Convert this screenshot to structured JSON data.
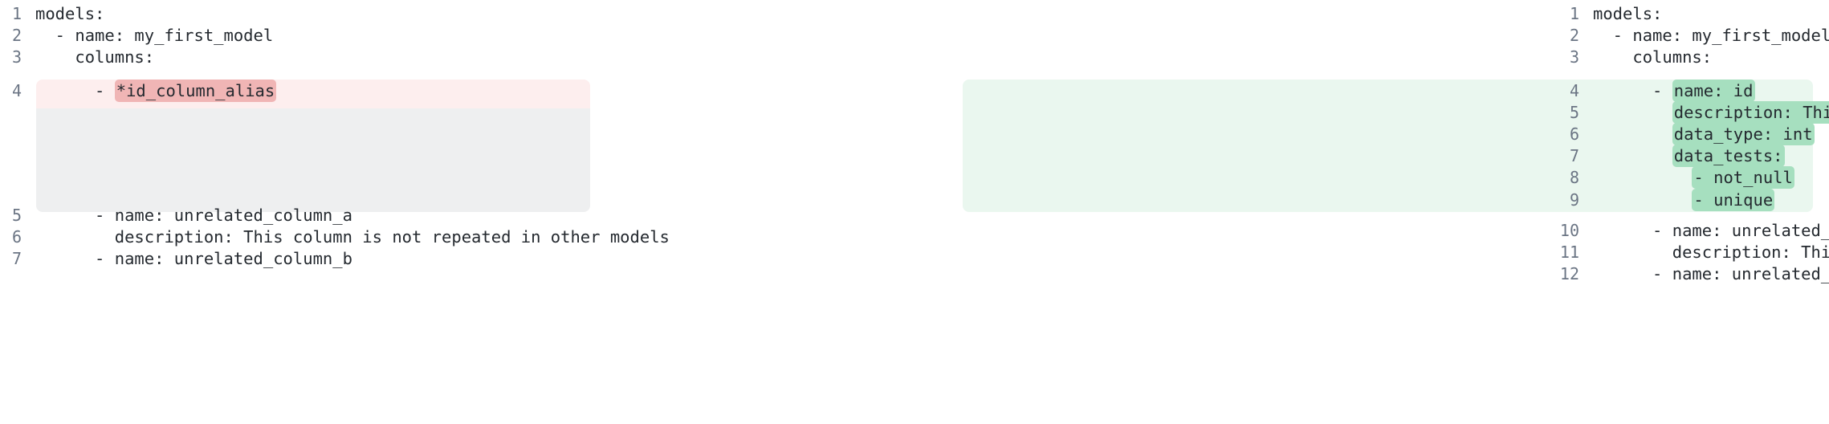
{
  "view": {
    "type": "side-by-side-code-diff",
    "language": "yaml",
    "colors": {
      "removed_row_bg": "#fdeeee",
      "removed_word_bg": "#f0b5b5",
      "added_block_bg": "#eaf7ef",
      "added_word_bg": "#a6dfbf",
      "placeholder_bg": "#eeeff0",
      "line_number_color": "#6b7584",
      "code_text_color": "#24292f",
      "page_bg": "#ffffff"
    }
  },
  "left_pane": {
    "name": "before",
    "lines": [
      {
        "num": "1",
        "pre": "models:",
        "mark": "",
        "post": "",
        "state": "context"
      },
      {
        "num": "2",
        "pre": "  - name: my_first_model",
        "mark": "",
        "post": "",
        "state": "context"
      },
      {
        "num": "3",
        "pre": "    columns:",
        "mark": "",
        "post": "",
        "state": "context"
      },
      {
        "num": "4",
        "pre": "      - ",
        "mark": "*id_column_alias",
        "post": "",
        "state": "removed"
      },
      {
        "num": "5",
        "pre": "      - name: unrelated_column_a",
        "mark": "",
        "post": "",
        "state": "context"
      },
      {
        "num": "6",
        "pre": "        description: This column is not repeated in other models",
        "mark": "",
        "post": "",
        "state": "context"
      },
      {
        "num": "7",
        "pre": "      - name: unrelated_column_b",
        "mark": "",
        "post": "",
        "state": "context"
      }
    ]
  },
  "right_pane": {
    "name": "after",
    "lines": [
      {
        "num": "1",
        "pre": "models:",
        "mark": "",
        "post": "",
        "state": "context"
      },
      {
        "num": "2",
        "pre": "  - name: my_first_model",
        "mark": "",
        "post": "",
        "state": "context"
      },
      {
        "num": "3",
        "pre": "    columns:",
        "mark": "",
        "post": "",
        "state": "context"
      },
      {
        "num": "4",
        "pre": "      - ",
        "mark": "name: id",
        "post": "",
        "state": "added"
      },
      {
        "num": "5",
        "pre": "        ",
        "mark": "description: This is a unique identifier.",
        "post": "",
        "state": "added"
      },
      {
        "num": "6",
        "pre": "        ",
        "mark": "data_type: int",
        "post": "",
        "state": "added"
      },
      {
        "num": "7",
        "pre": "        ",
        "mark": "data_tests:",
        "post": "",
        "state": "added"
      },
      {
        "num": "8",
        "pre": "          ",
        "mark": "- not_null",
        "post": "",
        "state": "added"
      },
      {
        "num": "9",
        "pre": "          ",
        "mark": "- unique",
        "post": "",
        "state": "added"
      },
      {
        "num": "10",
        "pre": "      - name: unrelated_column_a",
        "mark": "",
        "post": "",
        "state": "context"
      },
      {
        "num": "11",
        "pre": "        description: This column is not repeated in other models",
        "mark": "",
        "post": "",
        "state": "context"
      },
      {
        "num": "12",
        "pre": "      - name: unrelated_column_b",
        "mark": "",
        "post": "",
        "state": "context"
      }
    ]
  }
}
